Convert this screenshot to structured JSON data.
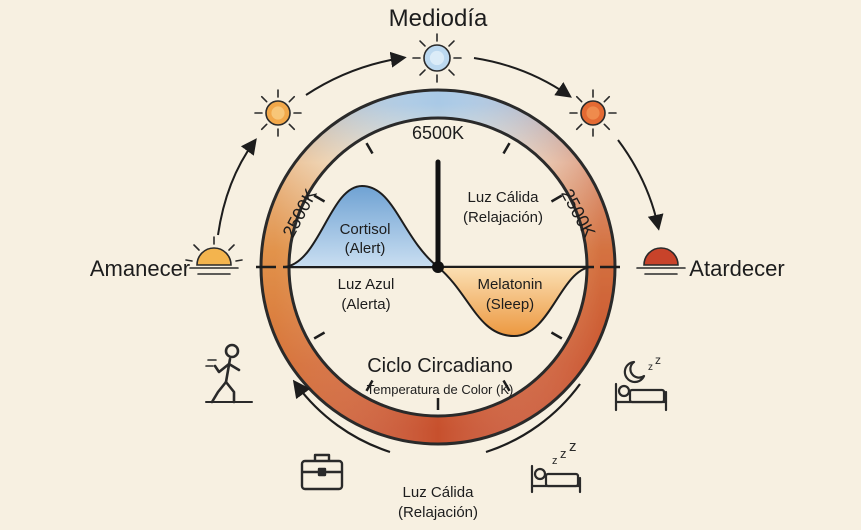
{
  "top_label": "Mediodía",
  "left_label": "Amanecer",
  "right_label": "Atardecer",
  "ring": {
    "kelvin_top": "6500K",
    "kelvin_left": "2500K",
    "kelvin_right": "2500K",
    "colors": {
      "blue": "#b7d3ea",
      "orange": "#e0893a",
      "red": "#c2452b",
      "light": "#f3e6cf"
    }
  },
  "dial": {
    "cortisol_line1": "Cortisol",
    "cortisol_line2": "(Alert)",
    "melatonin_line1": "Melatonin",
    "melatonin_line2": "(Sleep)",
    "blue_light_line1": "Luz Azul",
    "blue_light_line2": "(Alerta)",
    "warm_light_line1": "Luz Cálida",
    "warm_light_line2": "(Relajación)",
    "title": "Ciclo Circadiano",
    "subtitle": "Temperatura de Color (K)",
    "colors": {
      "cortisol": "#8fb8de",
      "melatonin": "#f0b05e"
    }
  },
  "bottom": {
    "line1": "Luz Cálida",
    "line2": "(Relajación)"
  },
  "icons": [
    "sun-icon",
    "sunrise-icon",
    "sunset-icon",
    "walking-person-icon",
    "briefcase-icon",
    "sleeping-bed-icon",
    "moon-bed-icon"
  ]
}
